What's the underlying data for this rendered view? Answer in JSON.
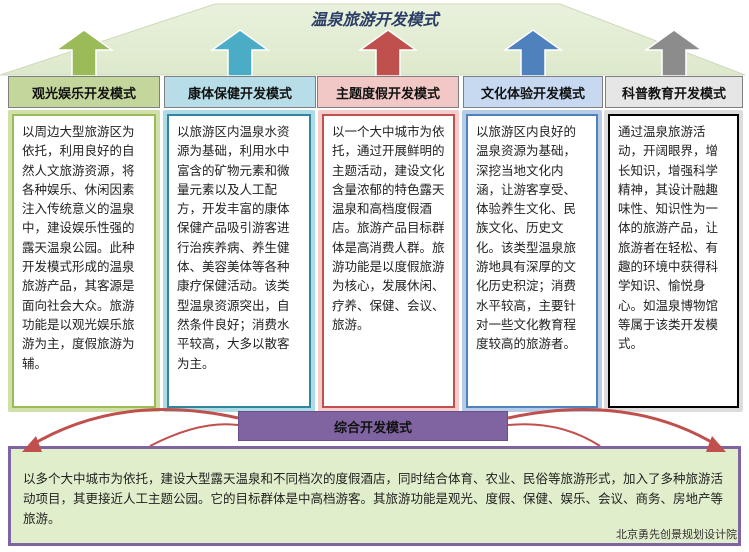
{
  "title": "温泉旅游开发模式",
  "columns": [
    {
      "header": "观光娱乐开发模式",
      "header_bg": "#c3d69b",
      "accent": "#9bbb59",
      "panel_bg": "#cfe0a8",
      "border": "#9bbb59",
      "text": "以周边大型旅游区为依托，利用良好的自然人文旅游资源，将各种娱乐、休闲因素注入传统意义的温泉中，建设娱乐性强的露天温泉公园。此种开发模式形成的温泉旅游产品，其客源是面向社会大众。旅游功能是以观光娱乐旅游为主，度假旅游为辅。"
    },
    {
      "header": "康体保健开发模式",
      "header_bg": "#b7dee8",
      "accent": "#4bacc6",
      "panel_bg": "#aedce6",
      "border": "#31859c",
      "text": "以旅游区内温泉水资源为基础，利用水中富含的矿物元素和微量元素以及人工配方，开发丰富的康体保健产品吸引游客进行治疾养病、养生健体、美容美体等各种康疗保健活动。该类型温泉资源突出，自然条件良好；消费水平较高，大多以散客为主。"
    },
    {
      "header": "主题度假开发模式",
      "header_bg": "#f2c8c6",
      "accent": "#c0504d",
      "panel_bg": "#f5cdcc",
      "border": "#c0504d",
      "text": "以一个大中城市为依托，通过开展鲜明的主题活动，建设文化含量浓郁的特色露天温泉和高档度假酒店。旅游产品目标群体是高消费人群。旅游功能是以度假旅游为核心，发展休闲、疗养、保健、会议、旅游。"
    },
    {
      "header": "文化体验开发模式",
      "header_bg": "#c6d9f1",
      "accent": "#4f81bd",
      "panel_bg": "#b6cbe6",
      "border": "#4f81bd",
      "text": "以旅游区内良好的温泉资源为基础，深挖当地文化内涵，让游客享受、体验养生文化、民族文化、历史文化。该类型温泉旅游地具有深厚的文化历史积淀；消费水平较高，主要针对一些文化教育程度较高的旅游者。"
    },
    {
      "header": "科普教育开发模式",
      "header_bg": "#e6e6e6",
      "accent": "#8c8c8c",
      "panel_bg": "#dcdcdc",
      "border": "#000000",
      "text": "通过温泉旅游活动，开阔眼界，增长知识，增强科学精神，其设计融趣味性、知识性为一体的旅游产品，让旅游者在轻松、有趣的环境中获得科学知识、愉悦身心。如温泉博物馆等属于该类开发模式。"
    }
  ],
  "integrated": {
    "label": "综合开发模式",
    "text": "以多个大中城市为依托，建设大型露天温泉和不同档次的度假酒店，同时结合体育、农业、民俗等旅游形式，加入了多种旅游活动项目，其更接近人工主题公园。它的目标群体是中高档游客。其旅游功能是观光、度假、保健、娱乐、会议、商务、房地产等旅游。"
  },
  "watermark": "北京勇先创景规划设计院"
}
